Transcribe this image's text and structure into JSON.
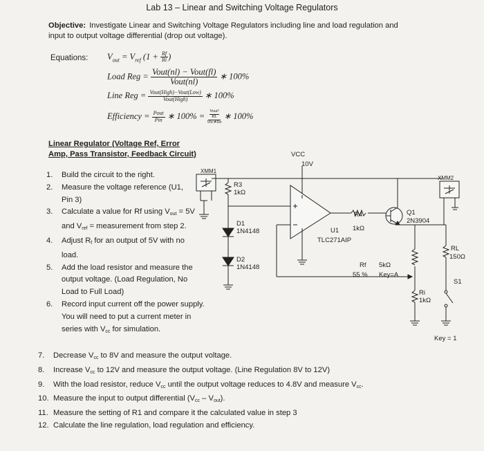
{
  "title": "Lab 13 – Linear and Switching Voltage Regulators",
  "objective": {
    "label": "Objective:",
    "text": "Investigate Linear and Switching Voltage Regulators including line and load regulation and input to output voltage differential (drop out voltage)."
  },
  "equations": {
    "label": "Equations:",
    "vout": {
      "lhs": "V",
      "lhs_sub": "out",
      "mid": "= V",
      "mid_sub": "ref",
      "paren": "(1 +",
      "num": "Rf",
      "den": "Ri",
      "close": ")"
    },
    "load_reg": {
      "lhs": "Load Reg =",
      "num": "Vout(nl) − Vout(fl)",
      "den": "Vout(nl)",
      "tail": "∗ 100%"
    },
    "line_reg": {
      "lhs": "Line Reg =",
      "num": "Vout(High)−Vout(Low)",
      "den": "Vout(High)",
      "tail": "∗ 100%"
    },
    "efficiency": {
      "lhs": "Efficiency =",
      "num1": "Pout",
      "den1": "Pin",
      "mid": "∗ 100% =",
      "num2a": "Vout²",
      "num2b": "RL",
      "den2": "Vin∗Iin",
      "tail": "∗ 100%"
    }
  },
  "section_title": [
    "Linear Regulator (Voltage Ref, Error",
    "Amp, Pass Transistor, Feedback Circuit)"
  ],
  "steps": [
    {
      "n": "1.",
      "text": "Build the circuit to the right."
    },
    {
      "n": "2.",
      "text": "Measure the voltage reference (U1, Pin 3)"
    },
    {
      "n": "3.",
      "text": "Calculate a value for Rf using Vout = 5V and Vref = measurement from step 2."
    },
    {
      "n": "4.",
      "text": "Adjust Rf for an output of 5V with no load."
    },
    {
      "n": "5.",
      "text": "Add the load resistor and measure the output voltage. (Load Regulation, No Load to Full Load)"
    },
    {
      "n": "6.",
      "text": "Record input current off the power supply. You will need to put a current meter in series with Vcc for simulation."
    },
    {
      "n": "7.",
      "text": "Decrease Vcc to 8V and measure the output voltage."
    },
    {
      "n": "8.",
      "text": "Increase Vcc to 12V and measure the output voltage. (Line Regulation 8V to 12V)"
    },
    {
      "n": "9.",
      "text": "With the load resistor, reduce Vcc until the output voltage reduces to 4.8V and measure Vcc."
    },
    {
      "n": "10.",
      "text": "Measure the input to output differential (Vcc – Vout)."
    },
    {
      "n": "11.",
      "text": "Measure the setting of R1 and compare it the calculated value in step 3"
    },
    {
      "n": "12.",
      "text": "Calculate the line regulation, load regulation and efficiency."
    }
  ],
  "circuit": {
    "vcc_label": "VCC",
    "vcc_value": "10V",
    "xmm1": "XMM1",
    "xmm2": "XMM2",
    "r3_name": "R3",
    "r3_value": "1kΩ",
    "d1_name": "D1",
    "d1_part": "1N4148",
    "d2_name": "D2",
    "d2_part": "1N4148",
    "r4_name": "R4",
    "r4_value": "1kΩ",
    "u1_name": "U1",
    "u1_part": "TLC271AIP",
    "q1_name": "Q1",
    "q1_part": "2N3904",
    "rf_name": "Rf",
    "rf_pct": "55 %",
    "rf_value": "5kΩ",
    "rf_key": "Key=A",
    "ri_name": "Ri",
    "ri_value": "1kΩ",
    "rl_name": "RL",
    "rl_value": "150Ω",
    "s1_name": "S1",
    "s1_key": "Key = 1"
  }
}
